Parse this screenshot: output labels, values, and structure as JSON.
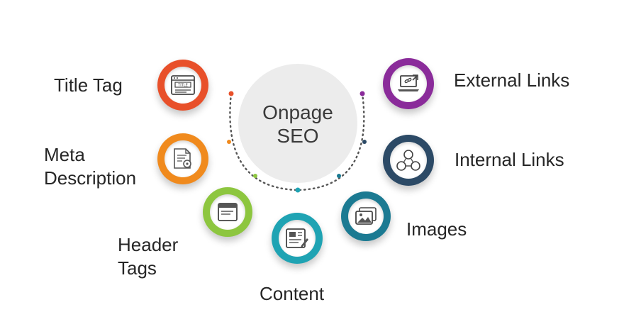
{
  "hub": {
    "line1": "Onpage",
    "line2": "SEO"
  },
  "nodes": {
    "title_tag": {
      "lines": [
        "Title Tag"
      ],
      "color": "#e8502a",
      "icon_text": "TITLE"
    },
    "meta_description": {
      "lines": [
        "Meta",
        "Description"
      ],
      "color": "#f08a1d"
    },
    "header_tags": {
      "lines": [
        "Header",
        "Tags"
      ],
      "color": "#8dc63f"
    },
    "content": {
      "lines": [
        "Content"
      ],
      "color": "#1fa3b3"
    },
    "images": {
      "lines": [
        "Images"
      ],
      "color": "#1b7a92"
    },
    "internal_links": {
      "lines": [
        "Internal Links"
      ],
      "color": "#2c4a66"
    },
    "external_links": {
      "lines": [
        "External Links"
      ],
      "color": "#8a2b9a"
    }
  }
}
